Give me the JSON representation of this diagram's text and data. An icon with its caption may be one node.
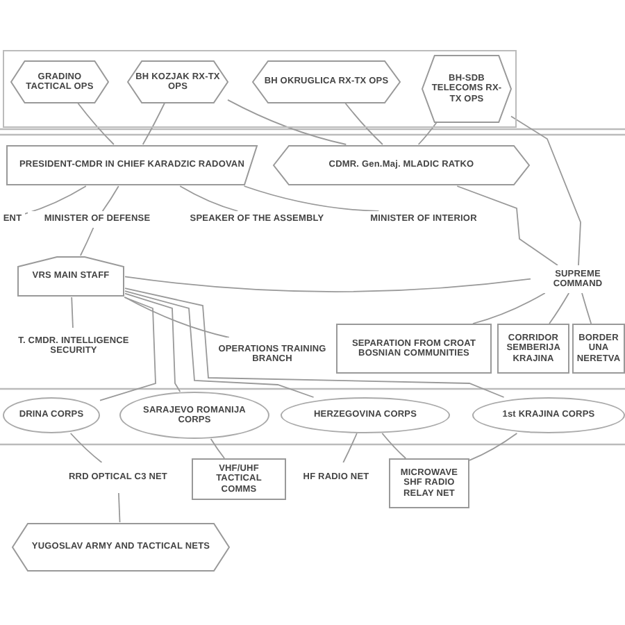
{
  "diagram": {
    "nodes": [
      {
        "text": [],
        "shape": "box"
      },
      {
        "text": [
          "GRADINO TACTICAL OPS"
        ],
        "in": 0
      },
      {
        "text": [
          "BH KOZJAK RX-TX OPS"
        ],
        "in": 0
      },
      {
        "text": [
          "BH OKRUGLICA RX-TX OPS"
        ],
        "in": 0
      },
      {
        "text": [
          "BH-SDB TELECOMS RX-TX OPS"
        ],
        "in": 0
      },
      {
        "text": [
          "PRESIDENT-CMDR IN CHIEF KARADZIC RADOVAN"
        ]
      },
      {
        "text": [
          "CDMR. Gen.Maj. MLADIC RATKO"
        ]
      },
      {
        "text": [
          "ENT"
        ]
      },
      {
        "text": [
          "MINISTER OF DEFENSE"
        ]
      },
      {
        "text": [
          "SPEAKER OF THE ASSEMBLY"
        ]
      },
      {
        "text": [
          "MINISTER OF INTERIOR"
        ]
      },
      {
        "text": [
          "VRS MAIN STAFF"
        ]
      },
      {
        "text": [
          "SUPREME COMMAND"
        ]
      },
      {
        "text": [
          "T. CMDR. INTELLIGENCE SECURITY"
        ]
      },
      {
        "text": [
          "OPERATIONS TRAINING BRANCH"
        ]
      },
      {
        "text": [
          "SEPARATION FROM CROAT BOSNIAN COMMUNITIES"
        ]
      },
      {
        "text": [
          "CORRIDOR SEMBERIJA KRAJINA"
        ]
      },
      {
        "text": [
          "BORDER UNA NERETVA"
        ]
      },
      {
        "text": [
          "DRINA CORPS"
        ]
      },
      {
        "text": [
          "SARAJEVO ROMANIJA CORPS"
        ]
      },
      {
        "text": [
          "HERZEGOVINA CORPS"
        ]
      },
      {
        "text": [
          "1st KRAJINA CORPS"
        ]
      },
      {
        "text": [
          "RRD OPTICAL C3 NET"
        ]
      },
      {
        "text": [
          "VHF/UHF TACTICAL COMMS"
        ]
      },
      {
        "text": [
          "HF RADIO NET"
        ]
      },
      {
        "text": [
          "MICROWAVE SHF RADIO RELAY NET"
        ]
      },
      {
        "text": [
          "YUGOSLAV ARMY AND TACTICAL NETS"
        ]
      }
    ],
    "edges": [
      {
        "from": 1,
        "to": 5,
        "arrow": "none"
      },
      {
        "from": 2,
        "to": 5,
        "arrow": "none"
      },
      {
        "from": 2,
        "to": 6,
        "arrow": "none"
      },
      {
        "from": 3,
        "to": 6,
        "arrow": "none"
      },
      {
        "from": 4,
        "to": 6,
        "arrow": "none"
      },
      {
        "from": 4,
        "to": 12,
        "arrow": "none"
      },
      {
        "from": 5,
        "to": 7,
        "arrow": "none"
      },
      {
        "from": 5,
        "to": 8,
        "arrow": "none"
      },
      {
        "from": 5,
        "to": 9,
        "arrow": "none"
      },
      {
        "from": 5,
        "to": 10,
        "arrow": "none"
      },
      {
        "from": 8,
        "to": 11,
        "arrow": "none"
      },
      {
        "from": 6,
        "to": 12,
        "arrow": "none"
      },
      {
        "from": 11,
        "to": 12,
        "arrow": "none"
      },
      {
        "from": 11,
        "to": 13,
        "arrow": "none"
      },
      {
        "from": 11,
        "to": 14,
        "arrow": "none"
      },
      {
        "from": 12,
        "to": 15,
        "arrow": "none"
      },
      {
        "from": 12,
        "to": 16,
        "arrow": "none"
      },
      {
        "from": 12,
        "to": 17,
        "arrow": "none"
      },
      {
        "from": 11,
        "to": 18,
        "arrow": "none"
      },
      {
        "from": 11,
        "to": 19,
        "arrow": "none"
      },
      {
        "from": 11,
        "to": 20,
        "arrow": "none"
      },
      {
        "from": 11,
        "to": 21,
        "arrow": "none"
      },
      {
        "from": 18,
        "to": 22,
        "arrow": "none"
      },
      {
        "from": 19,
        "to": 23,
        "arrow": "none"
      },
      {
        "from": 20,
        "to": 24,
        "arrow": "none"
      },
      {
        "from": 20,
        "to": 25,
        "arrow": "none"
      },
      {
        "from": 21,
        "to": 25,
        "arrow": "none"
      },
      {
        "from": 22,
        "to": 26,
        "arrow": "none"
      }
    ]
  }
}
